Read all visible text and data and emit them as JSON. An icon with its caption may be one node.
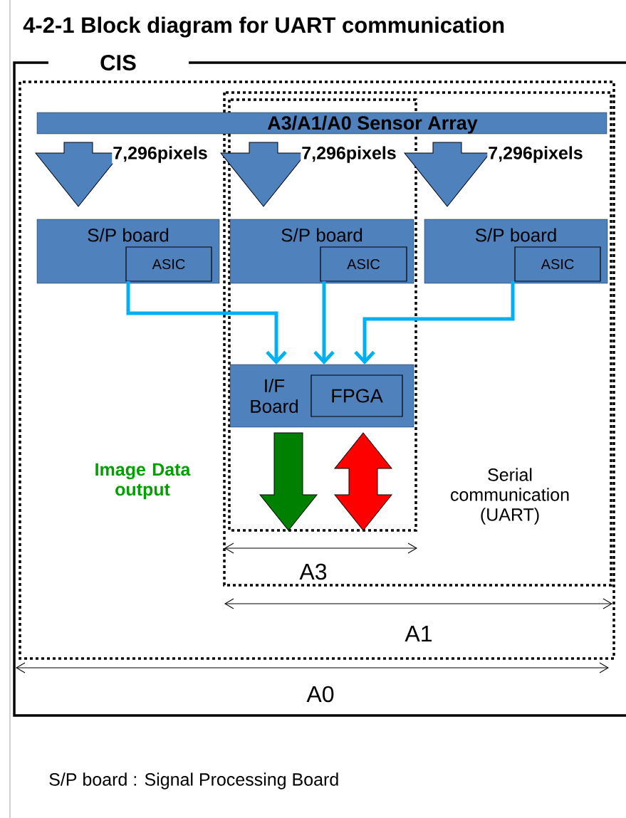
{
  "diagram": {
    "title": "4-2-1 Block diagram for UART communication",
    "nodes": [
      {
        "text": [
          "CIS"
        ]
      },
      {
        "text": [
          "A3/A1/A0 Sensor Array"
        ],
        "in": 0
      },
      {
        "text": [
          "S/P board"
        ],
        "in": 0
      },
      {
        "text": [
          "S/P board"
        ],
        "in": 0
      },
      {
        "text": [
          "S/P board"
        ],
        "in": 0
      },
      {
        "text": [
          "ASIC"
        ],
        "in": 2
      },
      {
        "text": [
          "ASIC"
        ],
        "in": 3
      },
      {
        "text": [
          "ASIC"
        ],
        "in": 4
      },
      {
        "text": [
          "I/F Board"
        ],
        "in": 0
      },
      {
        "text": [
          "FPGA"
        ],
        "in": 8
      }
    ],
    "edges": [
      {
        "from": 1,
        "to": 2,
        "arrow": "to",
        "label": "7,296pixels",
        "style": "thick",
        "color": "#4f81bd"
      },
      {
        "from": 1,
        "to": 3,
        "arrow": "to",
        "label": "7,296pixels",
        "style": "thick",
        "color": "#4f81bd"
      },
      {
        "from": 1,
        "to": 4,
        "arrow": "to",
        "label": "7,296pixels",
        "style": "thick",
        "color": "#4f81bd"
      },
      {
        "from": 5,
        "to": 8,
        "arrow": "to",
        "color": "#00b0f0"
      },
      {
        "from": 6,
        "to": 8,
        "arrow": "to",
        "color": "#00b0f0"
      },
      {
        "from": 7,
        "to": 8,
        "arrow": "to",
        "color": "#00b0f0"
      },
      {
        "from": 8,
        "to": null,
        "arrow": "to",
        "style": "thick",
        "color": "#008000"
      },
      {
        "from": 8,
        "to": null,
        "arrow": "both",
        "style": "thick",
        "color": "#ff0000"
      }
    ],
    "labels": [
      "Image Data output",
      "Serial communication (UART)",
      "A3",
      "A1",
      "A0",
      "S/P board : Signal Processing Board"
    ]
  }
}
